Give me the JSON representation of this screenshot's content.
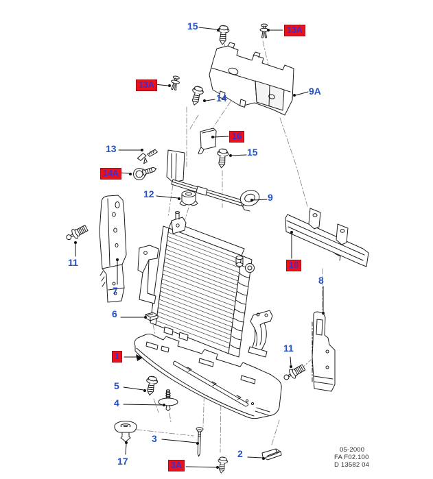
{
  "diagram": {
    "type": "exploded-parts-diagram",
    "callouts": [
      {
        "text": "15",
        "highlighted": false
      },
      {
        "text": "13A",
        "highlighted": true
      },
      {
        "text": "9A",
        "highlighted": false
      },
      {
        "text": "13A",
        "highlighted": true
      },
      {
        "text": "14",
        "highlighted": false
      },
      {
        "text": "13",
        "highlighted": false
      },
      {
        "text": "16",
        "highlighted": true
      },
      {
        "text": "15",
        "highlighted": false
      },
      {
        "text": "14A",
        "highlighted": true
      },
      {
        "text": "12",
        "highlighted": false
      },
      {
        "text": "9",
        "highlighted": false
      },
      {
        "text": "10",
        "highlighted": true
      },
      {
        "text": "11",
        "highlighted": false
      },
      {
        "text": "7",
        "highlighted": false
      },
      {
        "text": "8",
        "highlighted": false
      },
      {
        "text": "11",
        "highlighted": false
      },
      {
        "text": "6",
        "highlighted": false
      },
      {
        "text": "1",
        "highlighted": true
      },
      {
        "text": "5",
        "highlighted": false
      },
      {
        "text": "4",
        "highlighted": false
      },
      {
        "text": "17",
        "highlighted": false
      },
      {
        "text": "3",
        "highlighted": false
      },
      {
        "text": "3A",
        "highlighted": true
      },
      {
        "text": "2",
        "highlighted": false
      }
    ],
    "footer": [
      "05-2000",
      "FA F02.100",
      "D 13582 04"
    ],
    "colors": {
      "label-blue": "#2351c8",
      "highlight-red": "#e8111c",
      "highlight-text": "#3b2fd0",
      "ink": "#1c1c1c",
      "muted": "#8a8a8a"
    }
  }
}
